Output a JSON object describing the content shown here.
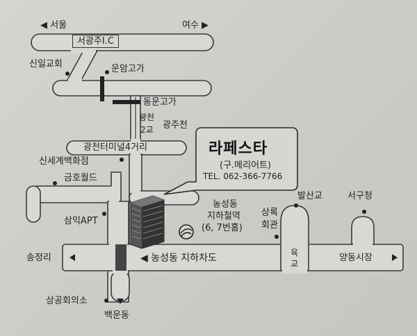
{
  "labels": {
    "seoul": "◀ 서울",
    "yeosu": "여수 ▶",
    "seogwangju_ic": "서광주I.C",
    "sinil_church": "신일교회",
    "unam_overpass": "운암고가",
    "dongun_overpass": "동운고가",
    "gwangcheon_bridge_line1": "광천",
    "gwangcheon_bridge_line2": "2교",
    "gwangjucheon": "광주천",
    "gwangcheon_terminal": "광천터미널4거리",
    "shinsegae": "신세계백화점",
    "kumho_world": "금호월드",
    "samik_apt": "삼익APT",
    "songjeong_ri": "송정리",
    "sanggong_hall": "상공회의소",
    "baekun_dong": "백운동",
    "nongseong_underpass": "◀ 농성동 지하차도",
    "nongseong_station_line1": "농성동",
    "nongseong_station_line2": "지하철역",
    "nongseong_station_line3": "(6, 7번홈)",
    "sangrok_line1": "상록",
    "sangrok_line2": "회관",
    "balsan_bridge": "발산교",
    "seogu_office": "서구청",
    "yuk_line1": "육",
    "yuk_line2": "교",
    "yangdong_market": "양동시장"
  },
  "callout": {
    "title": "라페스타",
    "subtitle": "(구.메리어트)",
    "tel": "TEL. 062-366-7766"
  },
  "colors": {
    "road_fill": "#d8d9d5",
    "road_stroke": "#3a3a3a",
    "background": "#cfd0cc",
    "building": "#444444"
  },
  "icons": {
    "subway": "subway-logo-icon",
    "landmark": "dot-marker-icon",
    "building": "building-icon"
  }
}
